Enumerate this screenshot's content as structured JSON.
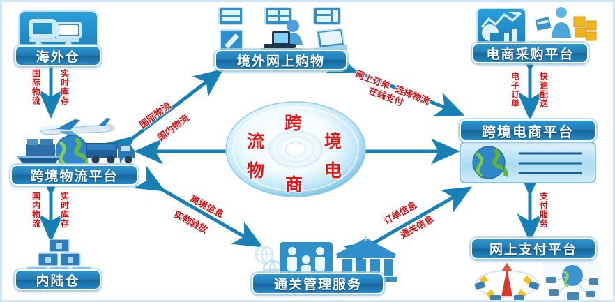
{
  "diagram": {
    "title_center": {
      "chars": [
        "跨",
        "境",
        "电",
        "商",
        "物",
        "流"
      ],
      "full": "跨境电商物流"
    },
    "nodes": [
      {
        "id": "overseas-warehouse",
        "label": "海外仓",
        "icon": "truck-icon"
      },
      {
        "id": "overseas-online-shopping",
        "label": "境外网上购物",
        "icon": "computer-devices-icon"
      },
      {
        "id": "ecommerce-procurement-platform",
        "label": "电商采购平台",
        "icon": "analytics-chart-icon"
      },
      {
        "id": "cross-border-logistics-platform",
        "label": "跨境物流平台",
        "icon": "plane-ship-truck-globe-icon"
      },
      {
        "id": "cross-border-ecommerce-platform",
        "label": "跨境电商平台",
        "icon": "globe-document-icon"
      },
      {
        "id": "inland-warehouse",
        "label": "内陆仓",
        "icon": "boxes-stack-icon"
      },
      {
        "id": "customs-management-service",
        "label": "通关管理服务",
        "icon": "bank-people-globe-icon"
      },
      {
        "id": "online-payment-platform",
        "label": "网上支付平台",
        "icon": "payment-network-icon"
      }
    ],
    "edges": [
      {
        "id": "overseas-warehouse-logistics",
        "labels": [
          "国际物流",
          "实时库存"
        ]
      },
      {
        "id": "inland-warehouse-logistics",
        "labels": [
          "国内物流",
          "实时库存"
        ]
      },
      {
        "id": "shopping-logistics",
        "labels": [
          "国际物流",
          "国内物流"
        ]
      },
      {
        "id": "order-logistics-payment",
        "labels": [
          "网上订单  选择物流",
          "在线支付"
        ]
      },
      {
        "id": "procurement-orders",
        "labels": [
          "电子订单",
          "快速配送"
        ]
      },
      {
        "id": "customs-export",
        "labels": [
          "离境信息",
          "实物验放"
        ]
      },
      {
        "id": "customs-orders",
        "labels": [
          "订单信息",
          "通关信息"
        ]
      },
      {
        "id": "payment-service",
        "labels": [
          "支付服务"
        ]
      }
    ],
    "colors": {
      "arrow": "#1780b5",
      "plate_blue": "#1f7bb5",
      "label_red": "#d50f12",
      "frame": "#cfe7f5",
      "panel_light": "#a9dcf4"
    }
  }
}
